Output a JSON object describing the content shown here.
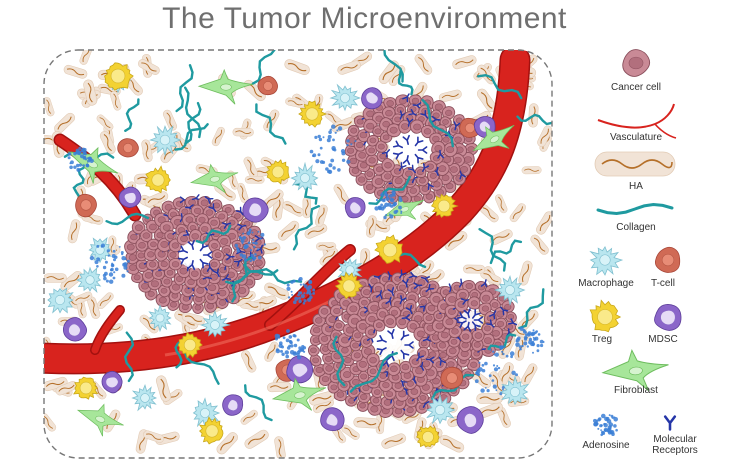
{
  "title": "The Tumor Microenvironment",
  "legend": {
    "cancer_cell": "Cancer cell",
    "vasculature": "Vasculature",
    "ha": "HA",
    "collagen": "Collagen",
    "macrophage": "Macrophage",
    "t_cell": "T-cell",
    "treg": "Treg",
    "mdsc": "MDSC",
    "fibroblast": "Fibroblast",
    "adenosine": "Adenosine",
    "molecular_receptors": "Molecular\nReceptors"
  },
  "colors": {
    "cancer": "#c98a96",
    "cancer_dark": "#8a4f5c",
    "vessel": "#d8231e",
    "vessel_dark": "#a3110f",
    "ha": "#f1e3d6",
    "ha_strand": "#b5702a",
    "collagen": "#1f9aa0",
    "macrophage": "#b9e6ef",
    "t_cell": "#d06a55",
    "treg": "#f3d232",
    "mdsc": "#8b66c9",
    "fibroblast": "#a7e69a",
    "adenosine": "#3b7fd6",
    "receptor": "#2536a8"
  }
}
